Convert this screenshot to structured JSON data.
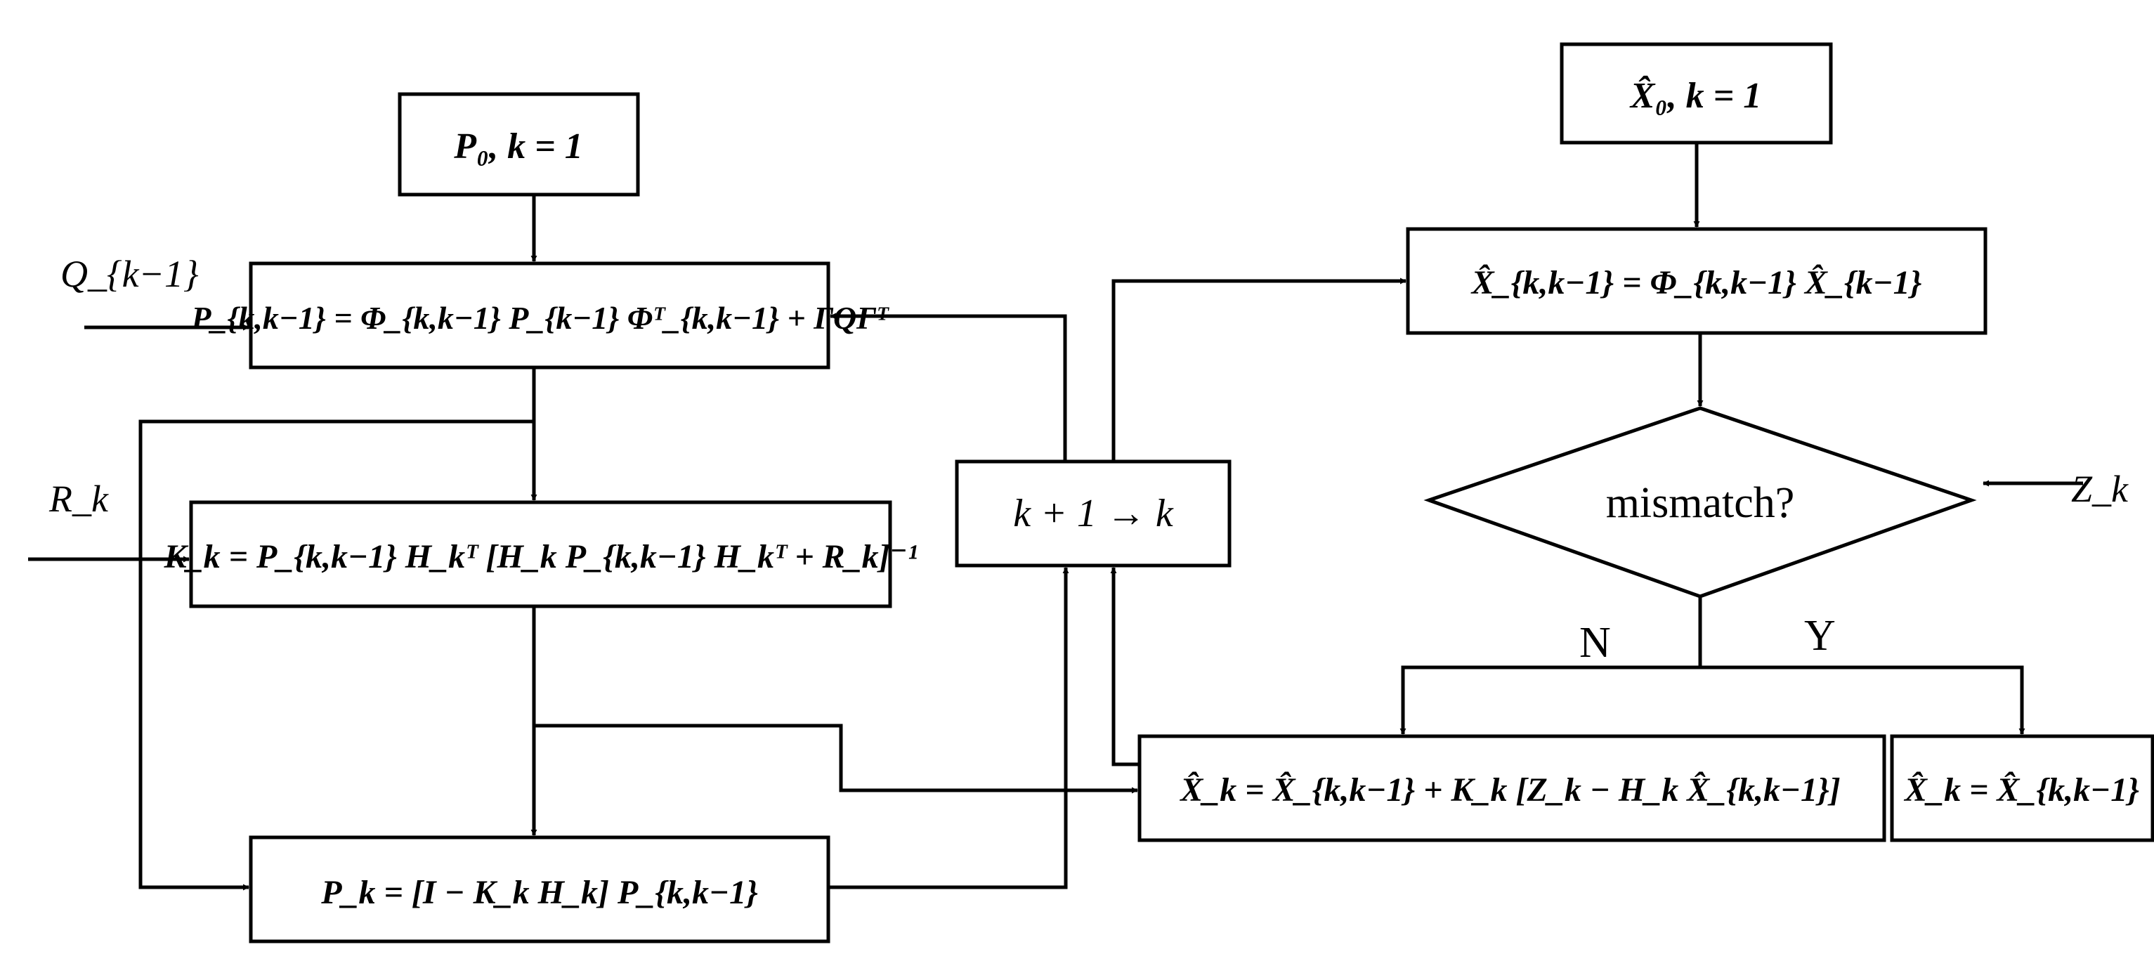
{
  "diagram": {
    "init_p": "P₀, k = 1",
    "init_x": "X̂₀, k = 1",
    "p_predict": "P_{k,k−1} = Φ_{k,k−1} P_{k−1} Φᵀ_{k,k−1} + ΓQΓᵀ",
    "x_predict": "X̂_{k,k−1} = Φ_{k,k−1} X̂_{k−1}",
    "gain": "K_k = P_{k,k−1} H_kᵀ [H_k P_{k,k−1} H_kᵀ + R_k]⁻¹",
    "p_update": "P_k = [I − K_k H_k] P_{k,k−1}",
    "step": "k + 1 → k",
    "decision": "mismatch?",
    "x_update": "X̂_k = X̂_{k,k−1} + K_k [Z_k − H_k X̂_{k,k−1}]",
    "x_hold": "X̂_k = X̂_{k,k−1}",
    "q_input": "Q_{k−1}",
    "r_input": "R_k",
    "z_input": "Z_k",
    "branch_no": "N",
    "branch_yes": "Y"
  }
}
